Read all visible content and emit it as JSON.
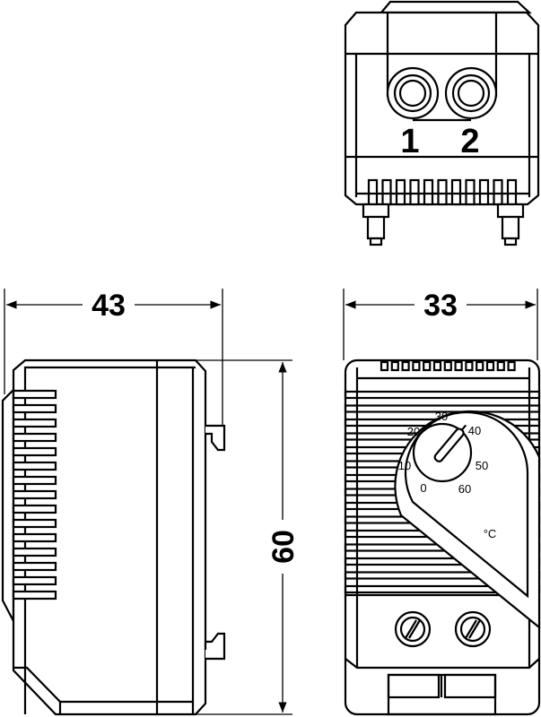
{
  "dimensions": {
    "depth": "43",
    "width": "33",
    "height": "60"
  },
  "terminals": [
    "1",
    "2"
  ],
  "dial": {
    "scale": [
      "0",
      "10",
      "20",
      "30",
      "40",
      "50",
      "60"
    ],
    "unit": "°C"
  }
}
